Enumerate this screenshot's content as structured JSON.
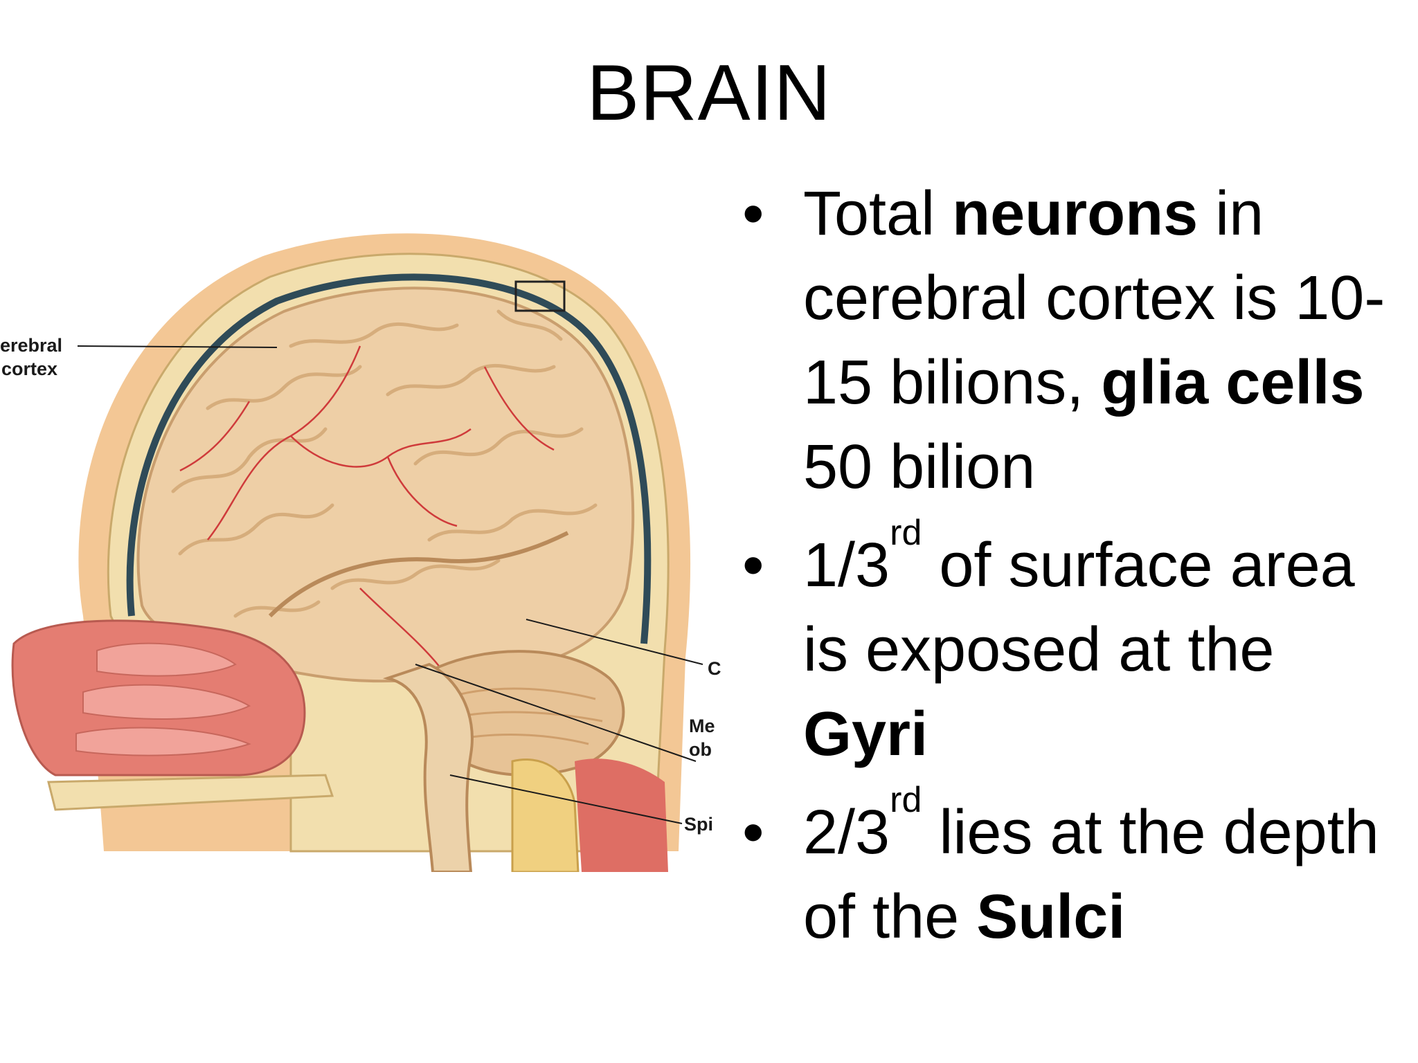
{
  "slide": {
    "title": "BRAIN",
    "bullets": [
      {
        "segments": [
          {
            "text": "Total ",
            "bold": false
          },
          {
            "text": "neurons",
            "bold": true
          },
          {
            "text": " in cerebral cortex is 10-15 bilions, ",
            "bold": false
          },
          {
            "text": "glia cells",
            "bold": true
          },
          {
            "text": " 50 bilion",
            "bold": false
          }
        ]
      },
      {
        "segments": [
          {
            "text": "1/3",
            "bold": false
          },
          {
            "text": "rd",
            "bold": false,
            "sup": true
          },
          {
            "text": " of surface area is exposed at the ",
            "bold": false
          },
          {
            "text": "Gyri",
            "bold": true
          }
        ]
      },
      {
        "segments": [
          {
            "text": "2/3",
            "bold": false
          },
          {
            "text": "rd",
            "bold": false,
            "sup": true
          },
          {
            "text": " lies at the depth of the ",
            "bold": false
          },
          {
            "text": "Sulci",
            "bold": true
          }
        ]
      }
    ],
    "bullet_glyph": "•"
  },
  "illustration": {
    "labels": {
      "cerebral": "erebral",
      "cortex": "cortex",
      "c": "C",
      "me": "Me",
      "ob": "ob",
      "spi": "Spi"
    },
    "colors": {
      "brain": "#eecfa6",
      "brain_shadow": "#d9b487",
      "vessel": "#cf3b3b",
      "bone": "#f2dfae",
      "meninges": "#2f4b58",
      "nasal": "#e47d72",
      "skin": "#f0c08a"
    }
  }
}
